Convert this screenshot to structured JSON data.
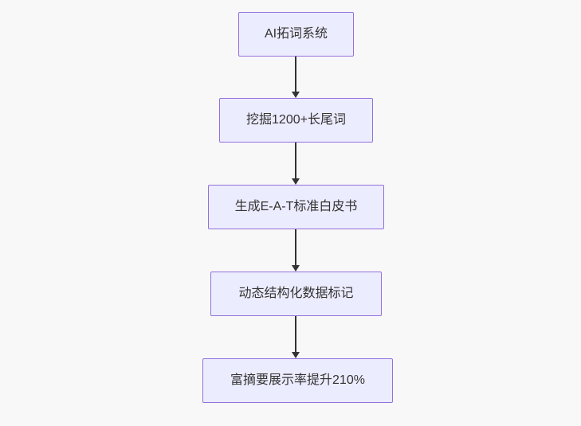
{
  "flowchart": {
    "type": "vertical-flowchart",
    "nodes": [
      {
        "label": "AI拓词系统"
      },
      {
        "label": "挖掘1200+长尾词"
      },
      {
        "label": "生成E-A-T标准白皮书"
      },
      {
        "label": "动态结构化数据标记"
      },
      {
        "label": "富摘要展示率提升210%"
      }
    ],
    "edges": [
      {
        "from": 0,
        "to": 1,
        "direction": "down"
      },
      {
        "from": 1,
        "to": 2,
        "direction": "down"
      },
      {
        "from": 2,
        "to": 3,
        "direction": "down"
      },
      {
        "from": 3,
        "to": 4,
        "direction": "down"
      }
    ],
    "colors": {
      "background": "#f8f8f8",
      "node_fill": "#ececff",
      "node_border": "#9370db",
      "text": "#333333",
      "edge": "#333333"
    }
  }
}
